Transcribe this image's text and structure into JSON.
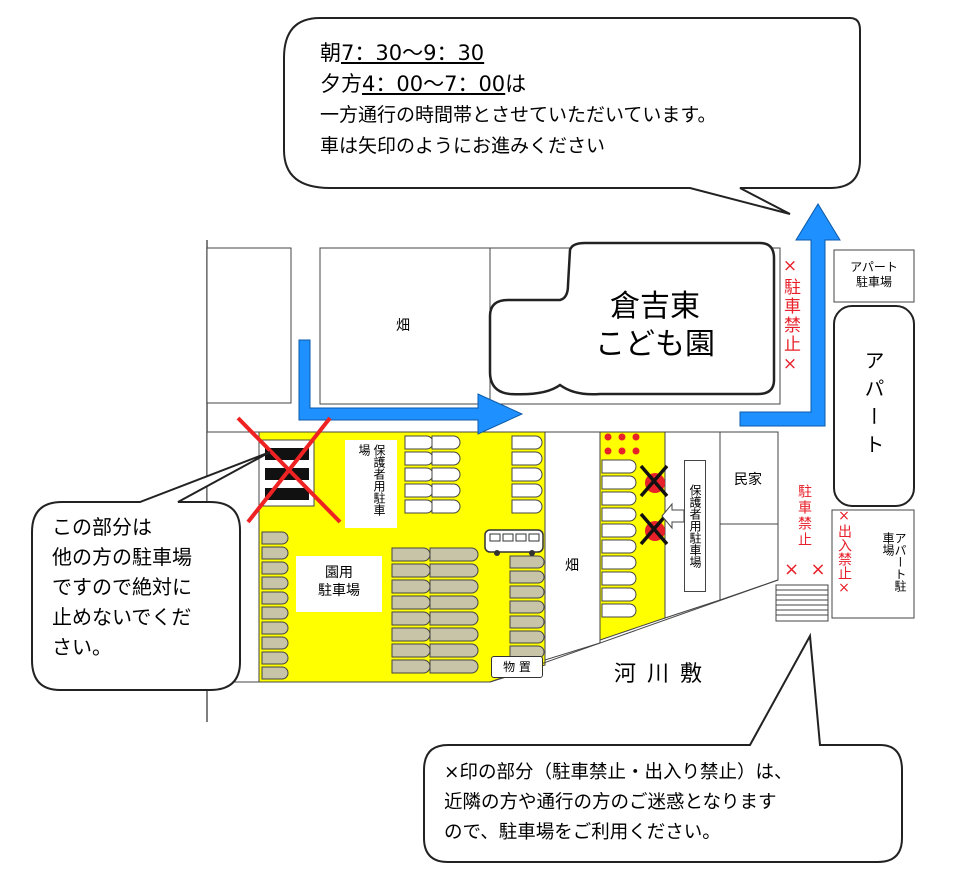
{
  "colors": {
    "yellow": "#ffff00",
    "arrow": "#1e90ff",
    "cross": "#e8202a",
    "dot": "#e8202a",
    "car": "#c8c4a8"
  },
  "top_bubble": {
    "line1_prefix": "朝",
    "line1_time": "7：30～9：30",
    "line2_prefix": "夕方",
    "line2_time": "4：00～7：00",
    "line2_suffix": "は",
    "line3": "一方通行の時間帯とさせていただいています。",
    "line4": "車は矢印のようにお進みください"
  },
  "left_bubble": {
    "text": "この部分は\n他の方の駐車場\nですので絶対に\n止めないでくだ\nさい。"
  },
  "bottom_bubble": {
    "text": "×印の部分（駐車禁止・出入り禁止）は、\n近隣の方や通行の方のご迷惑となります\nので、駐車場をご利用ください。"
  },
  "school": {
    "name": "倉吉東\nこども園"
  },
  "labels": {
    "field1": "畑",
    "field2": "畑",
    "guardian_parking_left": "保護者用駐車場",
    "guardian_parking_right": "保護者用駐車場",
    "school_parking": "園用\n駐車場",
    "house": "民家",
    "apartment": "アパート",
    "apartment_parking_top": "アパート\n駐車場",
    "apartment_parking_right": "アパート駐車場",
    "riverbed": "河 川 敷",
    "storage": "物 置",
    "no_parking_top": "×駐車禁止×",
    "no_parking_mid": "駐車禁止",
    "no_parking_marks": "×  ×",
    "no_entry": "×出入禁止×"
  }
}
